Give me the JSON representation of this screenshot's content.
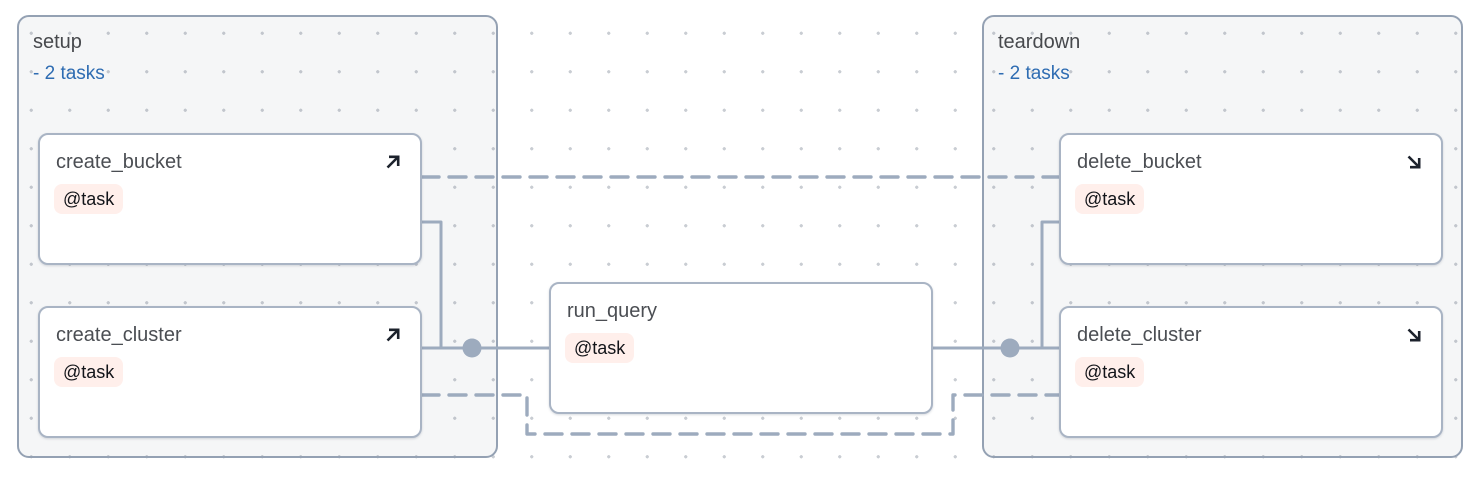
{
  "graph": {
    "groups": [
      {
        "id": "setup",
        "label": "setup",
        "tasks_label": "- 2 tasks"
      },
      {
        "id": "teardown",
        "label": "teardown",
        "tasks_label": "- 2 tasks"
      }
    ],
    "nodes": [
      {
        "id": "create_bucket",
        "title": "create_bucket",
        "badge": "@task",
        "icon": "arrow-up-right-icon",
        "group": "setup"
      },
      {
        "id": "create_cluster",
        "title": "create_cluster",
        "badge": "@task",
        "icon": "arrow-up-right-icon",
        "group": "setup"
      },
      {
        "id": "run_query",
        "title": "run_query",
        "badge": "@task",
        "icon": null,
        "group": null
      },
      {
        "id": "delete_bucket",
        "title": "delete_bucket",
        "badge": "@task",
        "icon": "arrow-down-right-icon",
        "group": "teardown"
      },
      {
        "id": "delete_cluster",
        "title": "delete_cluster",
        "badge": "@task",
        "icon": "arrow-down-right-icon",
        "group": "teardown"
      }
    ],
    "edges": [
      {
        "from": "create_bucket",
        "to": "delete_bucket",
        "style": "dashed"
      },
      {
        "from": "create_bucket",
        "to": "run_query",
        "style": "solid"
      },
      {
        "from": "create_cluster",
        "to": "run_query",
        "style": "solid"
      },
      {
        "from": "run_query",
        "to": "delete_bucket",
        "style": "solid"
      },
      {
        "from": "run_query",
        "to": "delete_cluster",
        "style": "solid"
      },
      {
        "from": "create_cluster",
        "to": "delete_cluster",
        "style": "dashed"
      }
    ],
    "colors": {
      "edge": "#9dabbe",
      "node_border": "#a9b4c4",
      "group_border": "#94a1b3",
      "badge_bg": "#ffefeb",
      "tasks_link_blue": "#2e6cb2",
      "title_text": "#4b4e53"
    }
  }
}
